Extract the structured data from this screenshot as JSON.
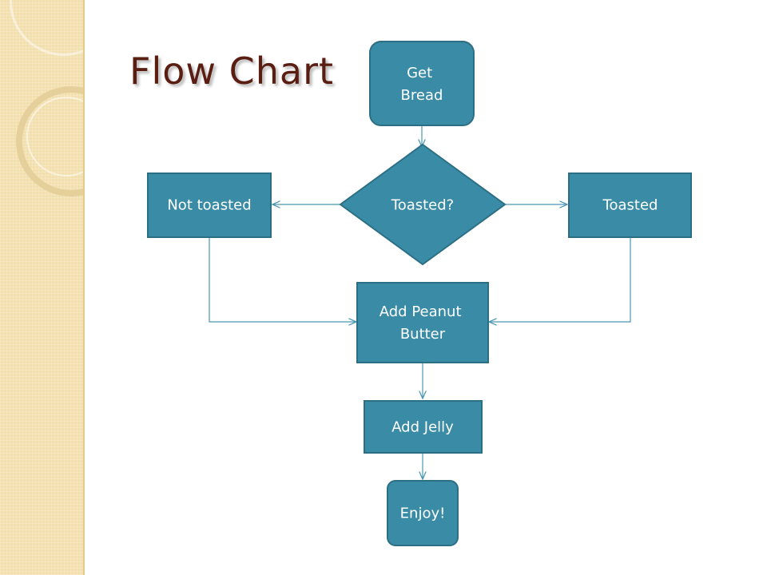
{
  "slide": {
    "title": "Flow Chart"
  },
  "flowchart": {
    "nodes": {
      "get_bread": {
        "line1": "Get",
        "line2": "Bread"
      },
      "toasted_decision": {
        "label": "Toasted?"
      },
      "not_toasted": {
        "label": "Not toasted"
      },
      "toasted": {
        "label": "Toasted"
      },
      "add_peanut_butter": {
        "line1": "Add Peanut",
        "line2": "Butter"
      },
      "add_jelly": {
        "label": "Add Jelly"
      },
      "enjoy": {
        "label": "Enjoy!"
      }
    },
    "edges": [
      {
        "from": "Get Bread",
        "to": "Toasted?"
      },
      {
        "from": "Toasted?",
        "to": "Not toasted"
      },
      {
        "from": "Toasted?",
        "to": "Toasted"
      },
      {
        "from": "Not toasted",
        "to": "Add Peanut Butter"
      },
      {
        "from": "Toasted",
        "to": "Add Peanut Butter"
      },
      {
        "from": "Add Peanut Butter",
        "to": "Add Jelly"
      },
      {
        "from": "Add Jelly",
        "to": "Enjoy!"
      }
    ]
  },
  "colors": {
    "node_fill": "#3a8ca6",
    "title_text": "#5a1d12",
    "side_band": "#f3dfae"
  }
}
